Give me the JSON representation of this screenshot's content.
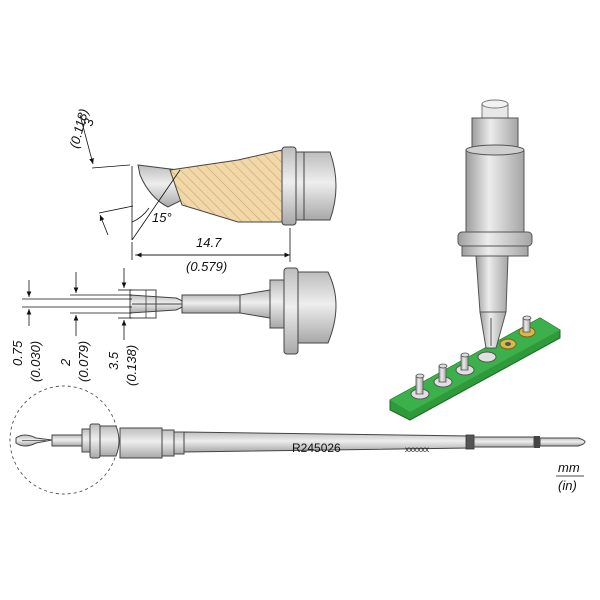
{
  "dimensions": {
    "tip_width_mm": "3",
    "tip_width_in": "(0.118)",
    "angle": "15°",
    "length_mm": "14.7",
    "length_in": "(0.579)",
    "slot_a_mm": "0.75",
    "slot_a_in": "(0.030)",
    "slot_b_mm": "2",
    "slot_b_in": "(0.079)",
    "slot_c_mm": "3.5",
    "slot_c_in": "(0.138)"
  },
  "cartridge": {
    "part_number": "R245026",
    "serial_mark": "xxxxxx"
  },
  "units": {
    "metric": "mm",
    "imperial": "(in)"
  },
  "colors": {
    "hatch_fill": "#f2d8a8",
    "hatch_line": "#c8a870",
    "pcb_green": "#2e9a3a",
    "pad_gold": "#d9b84a",
    "metal_light": "#e2e2e2",
    "metal_mid": "#c9c9c9",
    "metal_dark": "#9a9a9a"
  }
}
